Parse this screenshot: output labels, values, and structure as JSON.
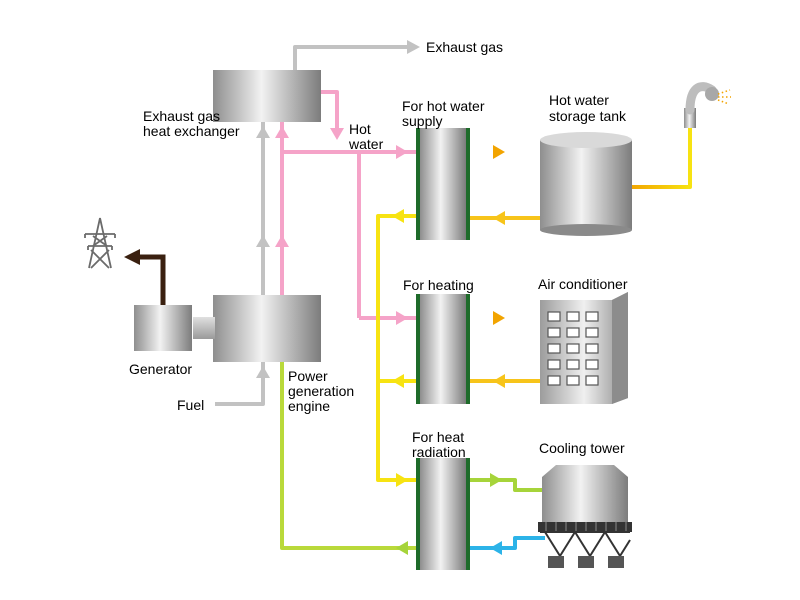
{
  "labels": {
    "exhaust_gas": "Exhaust gas",
    "exhaust_hx_line1": "Exhaust gas",
    "exhaust_hx_line2": "heat exchanger",
    "hot_water_line1": "Hot",
    "hot_water_line2": "water",
    "hot_water_supply_line1": "For hot water",
    "hot_water_supply_line2": "supply",
    "storage_tank_line1": "Hot water",
    "storage_tank_line2": "storage tank",
    "for_heating": "For heating",
    "air_conditioner": "Air conditioner",
    "heat_radiation_line1": "For heat",
    "heat_radiation_line2": "radiation",
    "cooling_tower": "Cooling tower",
    "generator": "Generator",
    "fuel": "Fuel",
    "engine_line1": "Power",
    "engine_line2": "generation",
    "engine_line3": "engine"
  },
  "colors": {
    "exhaust_pipe": "#c2c2c2",
    "hot_water_pipe": "#f5a3c8",
    "yellow_pipe": "#f7e312",
    "orange_pipe": "#f2a400",
    "green_pipe": "#a6d43a",
    "blue_pipe": "#2cb3e8",
    "power_line": "#3a2010",
    "exchanger_plate": "#1e6b2a"
  }
}
